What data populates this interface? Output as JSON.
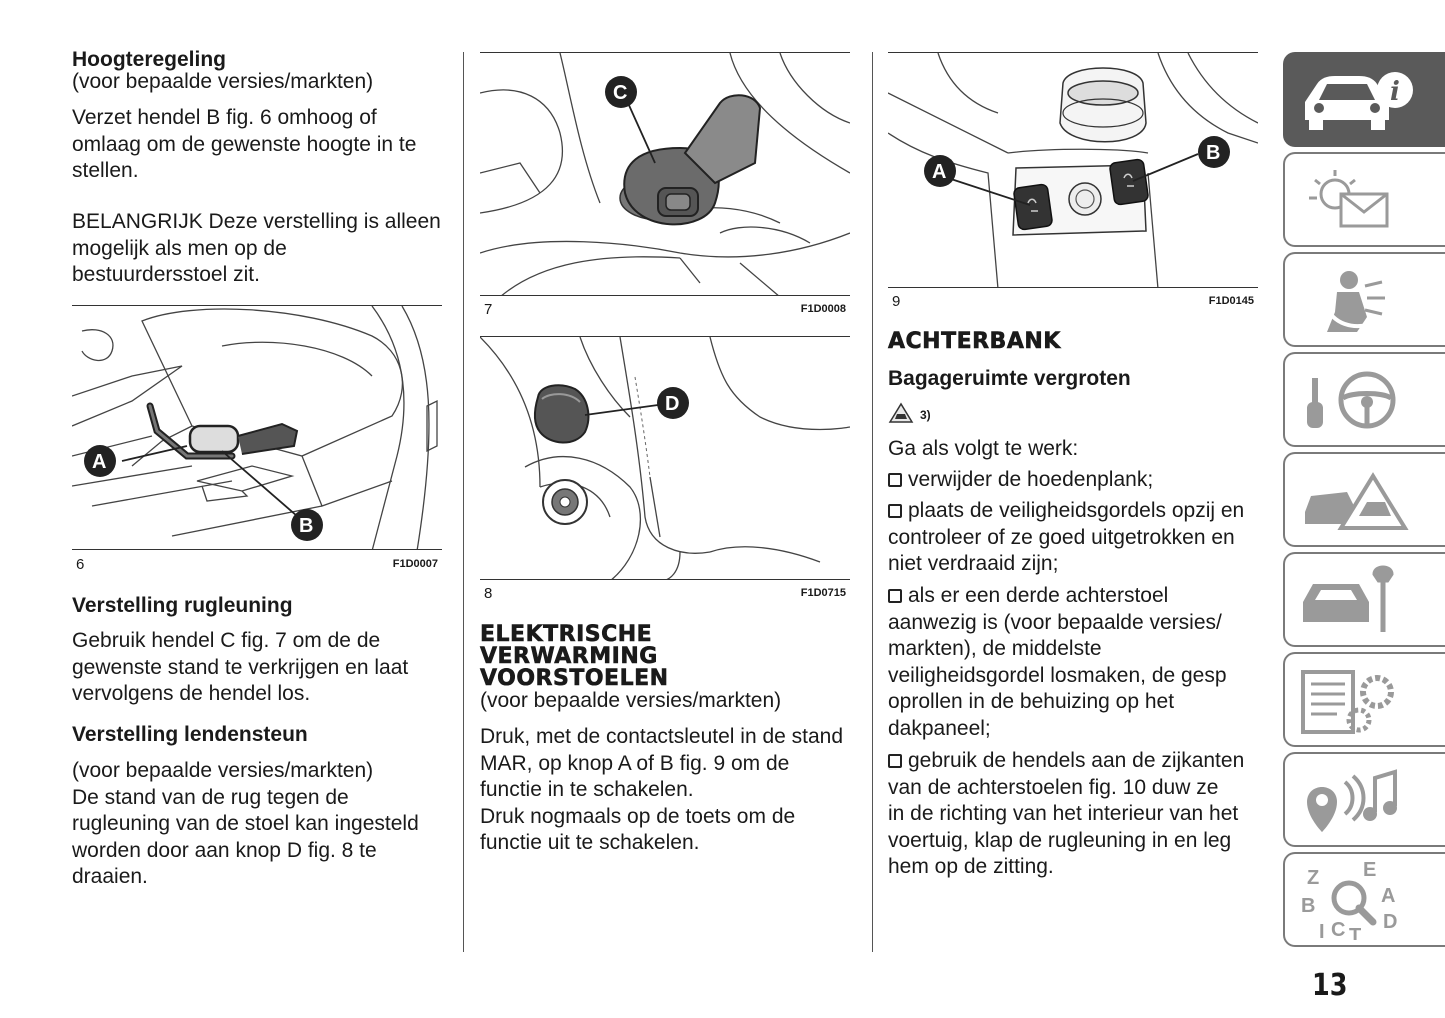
{
  "col1": {
    "h_height": "Hoogteregeling",
    "h_height_sub": "(voor bepaalde versies/markten)",
    "p1_lines": [
      "Verzet hendel B fig. 6 omhoog of",
      "omlaag om de gewenste hoogte in te",
      "stellen."
    ],
    "p2_lines": [
      "BELANGRIJK Deze verstelling is alleen",
      "mogelijk als men op de",
      "bestuurdersstoel zit."
    ],
    "fig6": {
      "num": "6",
      "code": "F1D0007",
      "callouts": [
        "A",
        "B"
      ]
    },
    "h_backrest": "Verstelling rugleuning",
    "p3_lines": [
      "Gebruik hendel C fig. 7 om de de",
      "gewenste stand te verkrijgen en laat",
      "vervolgens de hendel los."
    ],
    "h_lumbar": "Verstelling lendensteun",
    "p4_lines": [
      "(voor bepaalde versies/markten)",
      "De stand van de rug tegen de",
      "rugleuning van de stoel kan ingesteld",
      "worden door aan knop D fig. 8 te",
      "draaien."
    ]
  },
  "col2": {
    "fig7": {
      "num": "7",
      "code": "F1D0008",
      "callout": "C"
    },
    "fig8": {
      "num": "8",
      "code": "F1D0715",
      "callout": "D"
    },
    "h_heating_lines": [
      "ELEKTRISCHE",
      "VERWARMING",
      "VOORSTOELEN"
    ],
    "h_heating_sub": "(voor bepaalde versies/markten)",
    "p1_lines": [
      "Druk, met de contactsleutel in de stand",
      "MAR, op knop A of B fig. 9 om de",
      "functie in te schakelen.",
      "Druk nogmaals op de toets om de",
      "functie uit te schakelen."
    ]
  },
  "col3": {
    "fig9": {
      "num": "9",
      "code": "F1D0145",
      "callouts": [
        "A",
        "B"
      ]
    },
    "h_rear": "ACHTERBANK",
    "h_luggage": "Bagageruimte vergroten",
    "warning_ref": "3)",
    "intro": "Ga als volgt te werk:",
    "bullets": [
      [
        "verwijder de hoedenplank;"
      ],
      [
        "plaats de veiligheidsgordels opzij en",
        "controleer of ze goed uitgetrokken en",
        "niet verdraaid zijn;"
      ],
      [
        "als er een derde achterstoel",
        "aanwezig is (voor bepaalde versies/",
        "markten), de middelste",
        "veiligheidsgordel losmaken, de gesp",
        "oprollen in de behuizing op het",
        "dakpaneel;"
      ],
      [
        "gebruik de hendels aan de zijkanten",
        "van de achterstoelen fig. 10 duw ze",
        "in de richting van het interieur van het",
        "voertuig, klap de rugleuning in en leg",
        "hem op de zitting."
      ]
    ]
  },
  "tabs": [
    {
      "icon": "car-info-icon",
      "active": true
    },
    {
      "icon": "warning-light-message-icon",
      "active": false
    },
    {
      "icon": "airbag-safety-icon",
      "active": false
    },
    {
      "icon": "key-steering-wheel-icon",
      "active": false
    },
    {
      "icon": "car-emergency-icon",
      "active": false
    },
    {
      "icon": "car-maintenance-icon",
      "active": false
    },
    {
      "icon": "technical-data-icon",
      "active": false
    },
    {
      "icon": "multimedia-icon",
      "active": false
    },
    {
      "icon": "index-search-icon",
      "active": false
    }
  ],
  "tab_icon_letters": [
    "Z",
    "E",
    "A",
    "B",
    "C",
    "T",
    "D",
    "I"
  ],
  "page_number": "13",
  "colors": {
    "text": "#1a1a1a",
    "tab_active": "#5a5a5a",
    "tab_icon": "#9a9a9a"
  }
}
